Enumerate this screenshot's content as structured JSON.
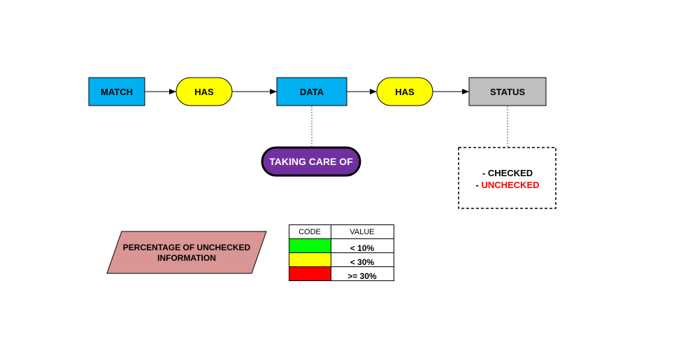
{
  "flow": {
    "match": "MATCH",
    "has1": "HAS",
    "data": "DATA",
    "has2": "HAS",
    "status": "STATUS"
  },
  "taking_care": "TAKING CARE OF",
  "status_note": {
    "line1": "- CHECKED",
    "line2_prefix": "- ",
    "line2_word": "UNCHECKED"
  },
  "percentage": {
    "line1": "PERCENTAGE OF UNCHECKED",
    "line2": "INFORMATION"
  },
  "legend": {
    "headers": [
      "CODE",
      "VALUE"
    ],
    "rows": [
      {
        "color": "#00ff00",
        "value": "< 10%"
      },
      {
        "color": "#ffff00",
        "value": "< 30%"
      },
      {
        "color": "#ff0000",
        "value": ">= 30%"
      }
    ]
  },
  "colors": {
    "entity_blue": "#00b0f0",
    "relation_yellow": "#ffff00",
    "status_gray": "#bfbfbf",
    "purple": "#7030a0",
    "pink": "#d99694",
    "unchecked_red": "#ff0000"
  }
}
